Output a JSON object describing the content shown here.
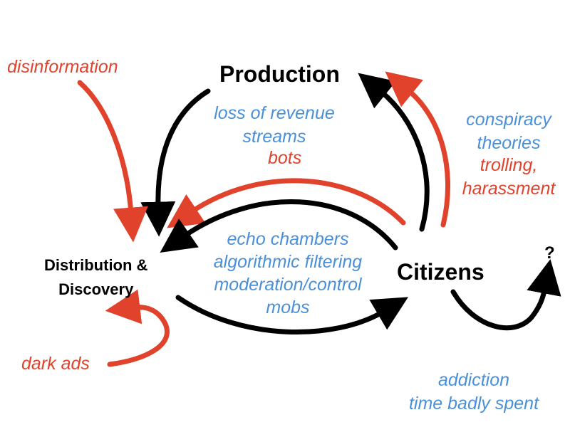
{
  "colors": {
    "black": "#000000",
    "red": "#e0422c",
    "blue": "#4a90d9"
  },
  "nodes": {
    "production": "Production",
    "distribution_line1": "Distribution &",
    "distribution_line2": "Discovery",
    "citizens": "Citizens",
    "unknown": "?"
  },
  "labels": {
    "disinformation": "disinformation",
    "dark_ads": "dark ads",
    "loss_of_revenue_1": "loss of revenue",
    "loss_of_revenue_2": "streams",
    "bots": "bots",
    "conspiracy_1": "conspiracy",
    "conspiracy_2": "theories",
    "trolling_1": "trolling,",
    "trolling_2": "harassment",
    "echo_chambers": "echo chambers",
    "algorithmic_filtering": "algorithmic filtering",
    "moderation_control": "moderation/control",
    "mobs": "mobs",
    "addiction": "addiction",
    "time_badly_spent": "time badly spent"
  }
}
